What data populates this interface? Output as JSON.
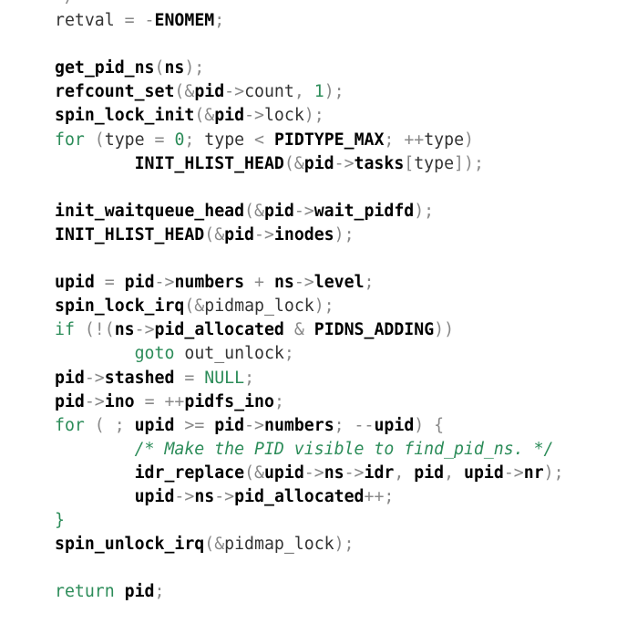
{
  "document": {
    "language": "c",
    "lines": [
      [
        {
          "t": "*/",
          "c": "op"
        }
      ],
      [
        {
          "t": "retval",
          "c": "pl"
        },
        {
          "t": " = -",
          "c": "op"
        },
        {
          "t": "ENOMEM",
          "c": "b"
        },
        {
          "t": ";",
          "c": "op"
        }
      ],
      [],
      [
        {
          "t": "get_pid_ns",
          "c": "b"
        },
        {
          "t": "(",
          "c": "op"
        },
        {
          "t": "ns",
          "c": "b"
        },
        {
          "t": ");",
          "c": "op"
        }
      ],
      [
        {
          "t": "refcount_set",
          "c": "b"
        },
        {
          "t": "(&",
          "c": "op"
        },
        {
          "t": "pid",
          "c": "b"
        },
        {
          "t": "->",
          "c": "op"
        },
        {
          "t": "count",
          "c": "pl"
        },
        {
          "t": ", ",
          "c": "op"
        },
        {
          "t": "1",
          "c": "num"
        },
        {
          "t": ");",
          "c": "op"
        }
      ],
      [
        {
          "t": "spin_lock_init",
          "c": "b"
        },
        {
          "t": "(&",
          "c": "op"
        },
        {
          "t": "pid",
          "c": "b"
        },
        {
          "t": "->",
          "c": "op"
        },
        {
          "t": "lock",
          "c": "pl"
        },
        {
          "t": ");",
          "c": "op"
        }
      ],
      [
        {
          "t": "for",
          "c": "kw"
        },
        {
          "t": " (",
          "c": "op"
        },
        {
          "t": "type",
          "c": "pl"
        },
        {
          "t": " = ",
          "c": "op"
        },
        {
          "t": "0",
          "c": "num"
        },
        {
          "t": "; ",
          "c": "op"
        },
        {
          "t": "type",
          "c": "pl"
        },
        {
          "t": " < ",
          "c": "op"
        },
        {
          "t": "PIDTYPE_MAX",
          "c": "b"
        },
        {
          "t": "; ++",
          "c": "op"
        },
        {
          "t": "type",
          "c": "pl"
        },
        {
          "t": ")",
          "c": "op"
        }
      ],
      [
        {
          "t": "        ",
          "c": "pl"
        },
        {
          "t": "INIT_HLIST_HEAD",
          "c": "b"
        },
        {
          "t": "(&",
          "c": "op"
        },
        {
          "t": "pid",
          "c": "b"
        },
        {
          "t": "->",
          "c": "op"
        },
        {
          "t": "tasks",
          "c": "b"
        },
        {
          "t": "[",
          "c": "op"
        },
        {
          "t": "type",
          "c": "pl"
        },
        {
          "t": "]);",
          "c": "op"
        }
      ],
      [],
      [
        {
          "t": "init_waitqueue_head",
          "c": "b"
        },
        {
          "t": "(&",
          "c": "op"
        },
        {
          "t": "pid",
          "c": "b"
        },
        {
          "t": "->",
          "c": "op"
        },
        {
          "t": "wait_pidfd",
          "c": "b"
        },
        {
          "t": ");",
          "c": "op"
        }
      ],
      [
        {
          "t": "INIT_HLIST_HEAD",
          "c": "b"
        },
        {
          "t": "(&",
          "c": "op"
        },
        {
          "t": "pid",
          "c": "b"
        },
        {
          "t": "->",
          "c": "op"
        },
        {
          "t": "inodes",
          "c": "b"
        },
        {
          "t": ");",
          "c": "op"
        }
      ],
      [],
      [
        {
          "t": "upid",
          "c": "b"
        },
        {
          "t": " = ",
          "c": "op"
        },
        {
          "t": "pid",
          "c": "b"
        },
        {
          "t": "->",
          "c": "op"
        },
        {
          "t": "numbers",
          "c": "b"
        },
        {
          "t": " + ",
          "c": "op"
        },
        {
          "t": "ns",
          "c": "b"
        },
        {
          "t": "->",
          "c": "op"
        },
        {
          "t": "level",
          "c": "b"
        },
        {
          "t": ";",
          "c": "op"
        }
      ],
      [
        {
          "t": "spin_lock_irq",
          "c": "b"
        },
        {
          "t": "(&",
          "c": "op"
        },
        {
          "t": "pidmap_lock",
          "c": "pl"
        },
        {
          "t": ");",
          "c": "op"
        }
      ],
      [
        {
          "t": "if",
          "c": "kw"
        },
        {
          "t": " (!(",
          "c": "op"
        },
        {
          "t": "ns",
          "c": "b"
        },
        {
          "t": "->",
          "c": "op"
        },
        {
          "t": "pid_allocated",
          "c": "b"
        },
        {
          "t": " & ",
          "c": "op"
        },
        {
          "t": "PIDNS_ADDING",
          "c": "b"
        },
        {
          "t": "))",
          "c": "op"
        }
      ],
      [
        {
          "t": "        ",
          "c": "pl"
        },
        {
          "t": "goto",
          "c": "kw"
        },
        {
          "t": " ",
          "c": "op"
        },
        {
          "t": "out_unlock",
          "c": "pl"
        },
        {
          "t": ";",
          "c": "op"
        }
      ],
      [
        {
          "t": "pid",
          "c": "b"
        },
        {
          "t": "->",
          "c": "op"
        },
        {
          "t": "stashed",
          "c": "b"
        },
        {
          "t": " = ",
          "c": "op"
        },
        {
          "t": "NULL",
          "c": "num"
        },
        {
          "t": ";",
          "c": "op"
        }
      ],
      [
        {
          "t": "pid",
          "c": "b"
        },
        {
          "t": "->",
          "c": "op"
        },
        {
          "t": "ino",
          "c": "b"
        },
        {
          "t": " = ++",
          "c": "op"
        },
        {
          "t": "pidfs_ino",
          "c": "b"
        },
        {
          "t": ";",
          "c": "op"
        }
      ],
      [
        {
          "t": "for",
          "c": "kw"
        },
        {
          "t": " ( ; ",
          "c": "op"
        },
        {
          "t": "upid",
          "c": "b"
        },
        {
          "t": " >= ",
          "c": "op"
        },
        {
          "t": "pid",
          "c": "b"
        },
        {
          "t": "->",
          "c": "op"
        },
        {
          "t": "numbers",
          "c": "b"
        },
        {
          "t": "; --",
          "c": "op"
        },
        {
          "t": "upid",
          "c": "b"
        },
        {
          "t": ") {",
          "c": "op"
        }
      ],
      [
        {
          "t": "        ",
          "c": "pl"
        },
        {
          "t": "/* Make the PID visible to find_pid_ns. */",
          "c": "cm"
        }
      ],
      [
        {
          "t": "        ",
          "c": "pl"
        },
        {
          "t": "idr_replace",
          "c": "b"
        },
        {
          "t": "(&",
          "c": "op"
        },
        {
          "t": "upid",
          "c": "b"
        },
        {
          "t": "->",
          "c": "op"
        },
        {
          "t": "ns",
          "c": "b"
        },
        {
          "t": "->",
          "c": "op"
        },
        {
          "t": "idr",
          "c": "b"
        },
        {
          "t": ", ",
          "c": "op"
        },
        {
          "t": "pid",
          "c": "b"
        },
        {
          "t": ", ",
          "c": "op"
        },
        {
          "t": "upid",
          "c": "b"
        },
        {
          "t": "->",
          "c": "op"
        },
        {
          "t": "nr",
          "c": "b"
        },
        {
          "t": ");",
          "c": "op"
        }
      ],
      [
        {
          "t": "        ",
          "c": "pl"
        },
        {
          "t": "upid",
          "c": "b"
        },
        {
          "t": "->",
          "c": "op"
        },
        {
          "t": "ns",
          "c": "b"
        },
        {
          "t": "->",
          "c": "op"
        },
        {
          "t": "pid_allocated",
          "c": "b"
        },
        {
          "t": "++;",
          "c": "op"
        }
      ],
      [
        {
          "t": "}",
          "c": "kw"
        }
      ],
      [
        {
          "t": "spin_unlock_irq",
          "c": "b"
        },
        {
          "t": "(&",
          "c": "op"
        },
        {
          "t": "pidmap_lock",
          "c": "pl"
        },
        {
          "t": ");",
          "c": "op"
        }
      ],
      [],
      [
        {
          "t": "return",
          "c": "kw"
        },
        {
          "t": " ",
          "c": "op"
        },
        {
          "t": "pid",
          "c": "b"
        },
        {
          "t": ";",
          "c": "op"
        }
      ]
    ]
  }
}
